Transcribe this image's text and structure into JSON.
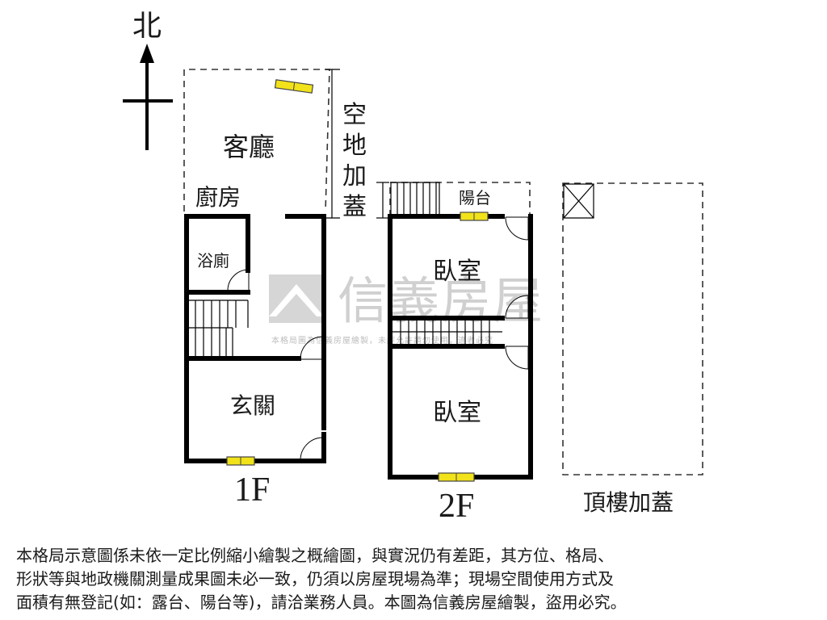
{
  "compass": {
    "north_label": "北"
  },
  "watermark": {
    "brand": "信義房屋",
    "small_text": "本格局圖為信義房屋繪製，未經允許請勿使用，違者必究"
  },
  "floor_1": {
    "label": "1F",
    "rooms": {
      "living_room": "客廳",
      "kitchen": "廚房",
      "bathroom": "浴廁",
      "entrance": "玄關"
    },
    "addition_note": [
      "空",
      "地",
      "加",
      "蓋"
    ]
  },
  "floor_2": {
    "label": "2F",
    "rooms": {
      "balcony": "陽台",
      "bedroom_1": "臥室",
      "bedroom_2": "臥室"
    }
  },
  "rooftop": {
    "label": "頂樓加蓋"
  },
  "disclaimer": [
    "本格局示意圖係未依一定比例縮小繪製之概繪圖，與實況仍有差距，其方位、格局、",
    "形狀等與地政機關測量成果圖未必一致，仍須以房屋現場為準；現場空間使用方式及",
    "面積有無登記(如：露台、陽台等)，請洽業務人員。本圖為信義房屋繪製，盜用必究。"
  ],
  "colors": {
    "wall": "#000000",
    "window": "#f1e21a",
    "watermark": "#d0d0d0"
  }
}
